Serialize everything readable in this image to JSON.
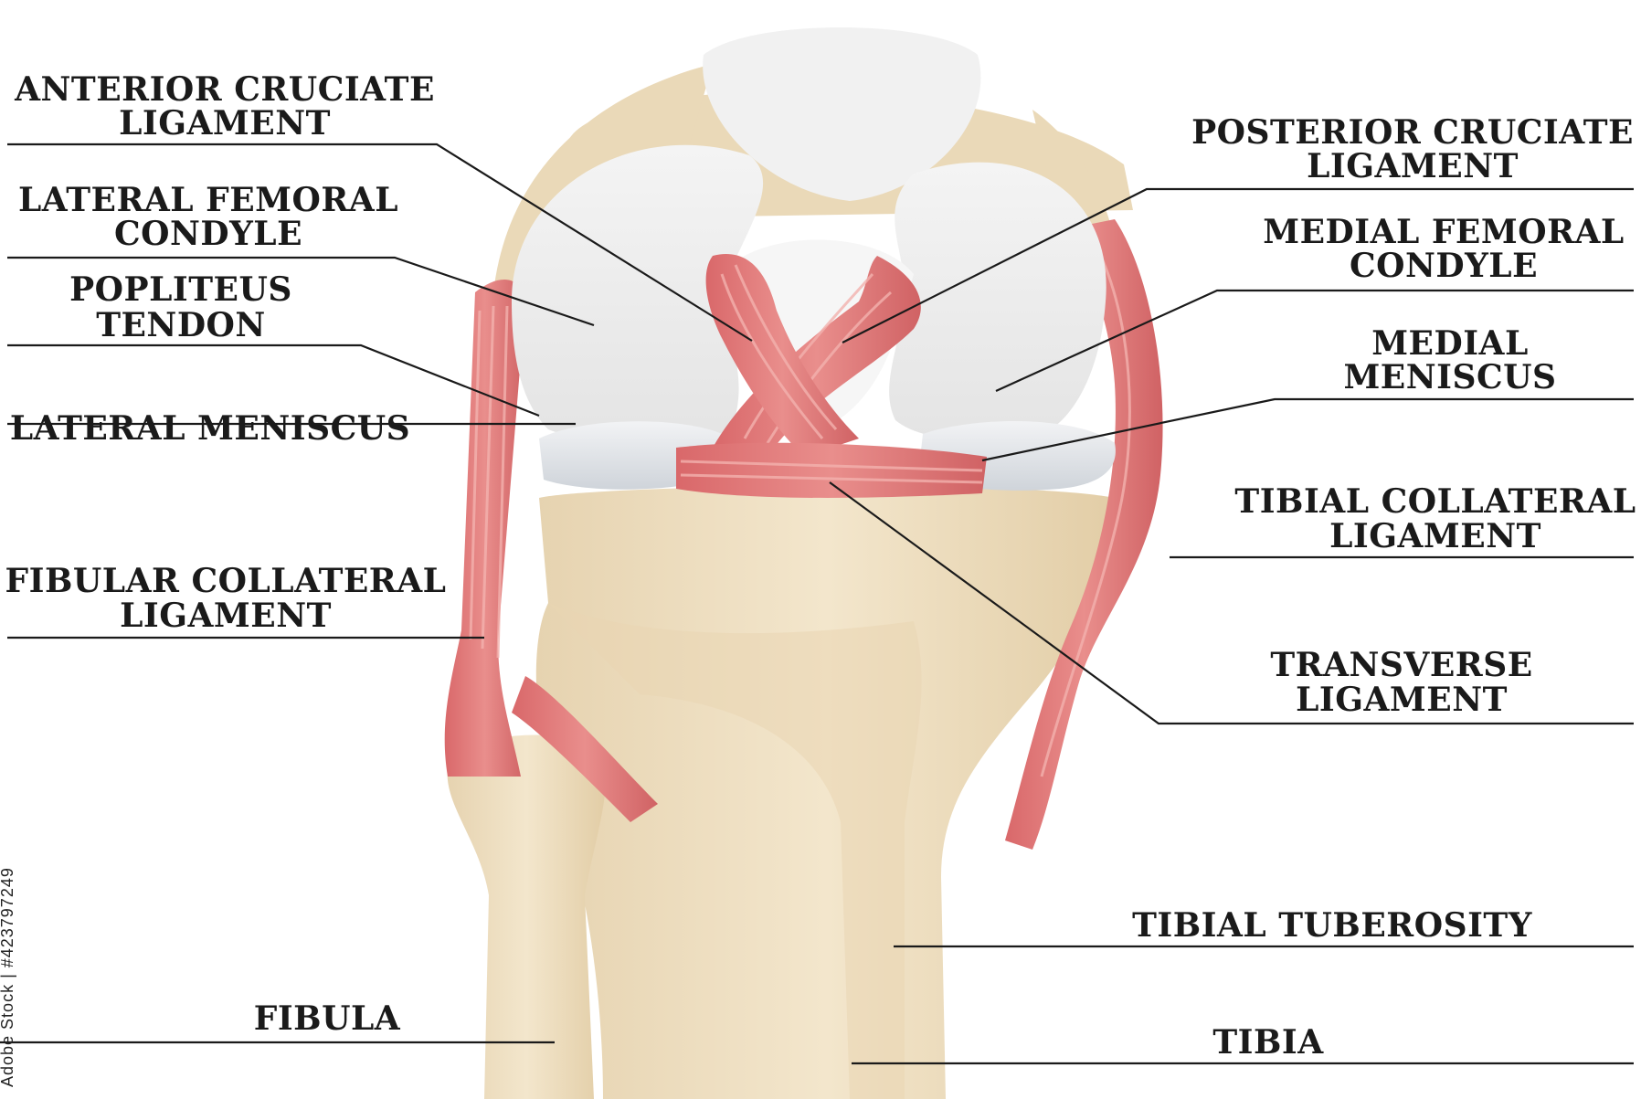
{
  "labels": {
    "acl_1": "ANTERIOR CRUCIATE",
    "acl_2": "LIGAMENT",
    "lfc_1": "LATERAL FEMORAL",
    "lfc_2": "CONDYLE",
    "pop_1": "POPLITEUS",
    "pop_2": "TENDON",
    "lm": "LATERAL MENISCUS",
    "fcl_1": "FIBULAR COLLATERAL",
    "fcl_2": "LIGAMENT",
    "fib": "FIBULA",
    "pcl_1": "POSTERIOR CRUCIATE",
    "pcl_2": "LIGAMENT",
    "mfc_1": "MEDIAL FEMORAL",
    "mfc_2": "CONDYLE",
    "mm_1": "MEDIAL",
    "mm_2": "MENISCUS",
    "tcl_1": "TIBIAL COLLATERAL",
    "tcl_2": "LIGAMENT",
    "tl_1": "TRANSVERSE",
    "tl_2": "LIGAMENT",
    "tt": "TIBIAL TUBEROSITY",
    "tib": "TIBIA"
  },
  "watermark": "Adobe Stock | #423797249",
  "colors": {
    "bone": "#efe0c4",
    "bone_shade": "#ddc7a0",
    "cartilage": "#eeeeee",
    "cartilage_shade": "#d8d8d8",
    "meniscus": "#e3e6ea",
    "ligament": "#e07a7a",
    "ligament_dark": "#c55a5a",
    "text": "#1a1a1a"
  }
}
